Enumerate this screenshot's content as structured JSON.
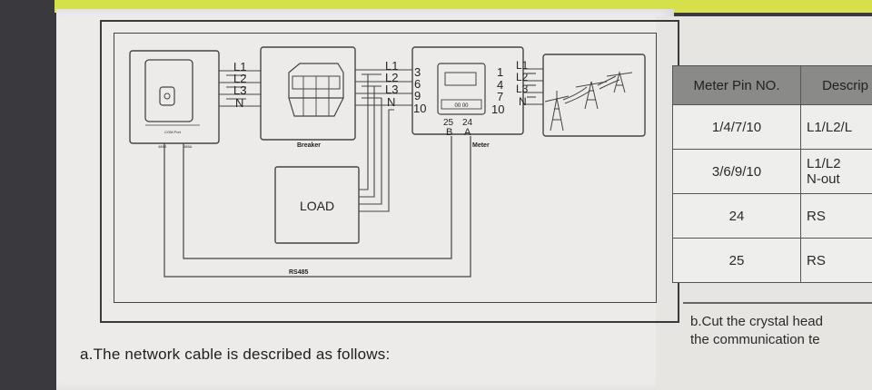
{
  "diagram": {
    "inverter_line_labels": [
      "L1",
      "L2",
      "L3",
      "N"
    ],
    "inverter_port_labels": [
      "485B",
      "485A"
    ],
    "breaker_label": "Breaker",
    "breaker_line_labels": [
      "L1",
      "L2",
      "L3",
      "N"
    ],
    "meter_left_pins": [
      "3",
      "6",
      "9",
      "10"
    ],
    "meter_right_pins": [
      "1",
      "4",
      "7",
      "10"
    ],
    "meter_rs485_pins": [
      "25",
      "24"
    ],
    "meter_rs485_letters": [
      "B",
      "A"
    ],
    "meter_label": "Meter",
    "grid_line_labels": [
      "L1",
      "L2",
      "L3",
      "N"
    ],
    "load_label": "LOAD",
    "rs485_label": "RS485"
  },
  "table": {
    "headers": [
      "Meter Pin NO.",
      "Descrip"
    ],
    "rows": [
      {
        "pin": "1/4/7/10",
        "desc": [
          "L1/L2/L"
        ]
      },
      {
        "pin": "3/6/9/10",
        "desc": [
          "L1/L2",
          "N-out"
        ]
      },
      {
        "pin": "24",
        "desc": [
          "RS"
        ]
      },
      {
        "pin": "25",
        "desc": [
          "RS"
        ]
      }
    ]
  },
  "text": {
    "network_cable": "a.The network cable is described as follows:",
    "cut_crystal_line1": "b.Cut the crystal head",
    "cut_crystal_line2": "the communication te"
  }
}
